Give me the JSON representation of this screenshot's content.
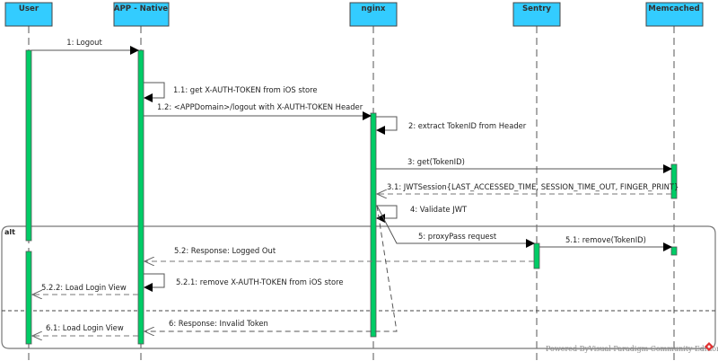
{
  "diagram": {
    "type": "sequence",
    "colors": {
      "header_fill": "#33ccff",
      "activation_fill": "#00cc66",
      "line": "#555555",
      "watermark_icon": "#e03030"
    },
    "lifelines": [
      {
        "id": "user",
        "label": "User"
      },
      {
        "id": "app",
        "label": "APP - Native"
      },
      {
        "id": "nginx",
        "label": "nginx"
      },
      {
        "id": "sentry",
        "label": "Sentry"
      },
      {
        "id": "memcached",
        "label": "Memcached"
      }
    ],
    "messages": [
      {
        "id": "m1",
        "label": "1: Logout",
        "from": "user",
        "to": "app",
        "kind": "sync"
      },
      {
        "id": "m1_1",
        "label": "1.1: get X-AUTH-TOKEN from iOS store",
        "from": "app",
        "to": "app",
        "kind": "self"
      },
      {
        "id": "m1_2",
        "label": "1.2: <APPDomain>/logout with X-AUTH-TOKEN Header",
        "from": "app",
        "to": "nginx",
        "kind": "sync"
      },
      {
        "id": "m2",
        "label": "2: extract TokenID from Header",
        "from": "nginx",
        "to": "nginx",
        "kind": "self"
      },
      {
        "id": "m3",
        "label": "3: get(TokenID)",
        "from": "nginx",
        "to": "memcached",
        "kind": "sync"
      },
      {
        "id": "m3_1",
        "label": "3.1: JWTSession{LAST_ACCESSED_TIME, SESSION_TIME_OUT, FINGER_PRINT}",
        "from": "memcached",
        "to": "nginx",
        "kind": "return"
      },
      {
        "id": "m4",
        "label": "4: Validate JWT",
        "from": "nginx",
        "to": "nginx",
        "kind": "self"
      },
      {
        "id": "m5",
        "label": "5: proxyPass request",
        "from": "nginx",
        "to": "sentry",
        "kind": "sync"
      },
      {
        "id": "m5_1",
        "label": "5.1: remove(TokenID)",
        "from": "sentry",
        "to": "memcached",
        "kind": "sync"
      },
      {
        "id": "m5_2",
        "label": "5.2: Response: Logged Out",
        "from": "sentry",
        "to": "app",
        "kind": "return"
      },
      {
        "id": "m5_2_1",
        "label": "5.2.1: remove X-AUTH-TOKEN from iOS store",
        "from": "app",
        "to": "app",
        "kind": "self"
      },
      {
        "id": "m5_2_2",
        "label": "5.2.2: Load Login View",
        "from": "app",
        "to": "user",
        "kind": "return"
      },
      {
        "id": "m6",
        "label": "6: Response: Invalid Token",
        "from": "nginx",
        "to": "app",
        "kind": "return"
      },
      {
        "id": "m6_1",
        "label": "6.1: Load Login View",
        "from": "app",
        "to": "user",
        "kind": "return"
      }
    ],
    "fragment": {
      "operator": "alt"
    },
    "watermark": "Powered ByVisual Paradigm Community Edition"
  }
}
